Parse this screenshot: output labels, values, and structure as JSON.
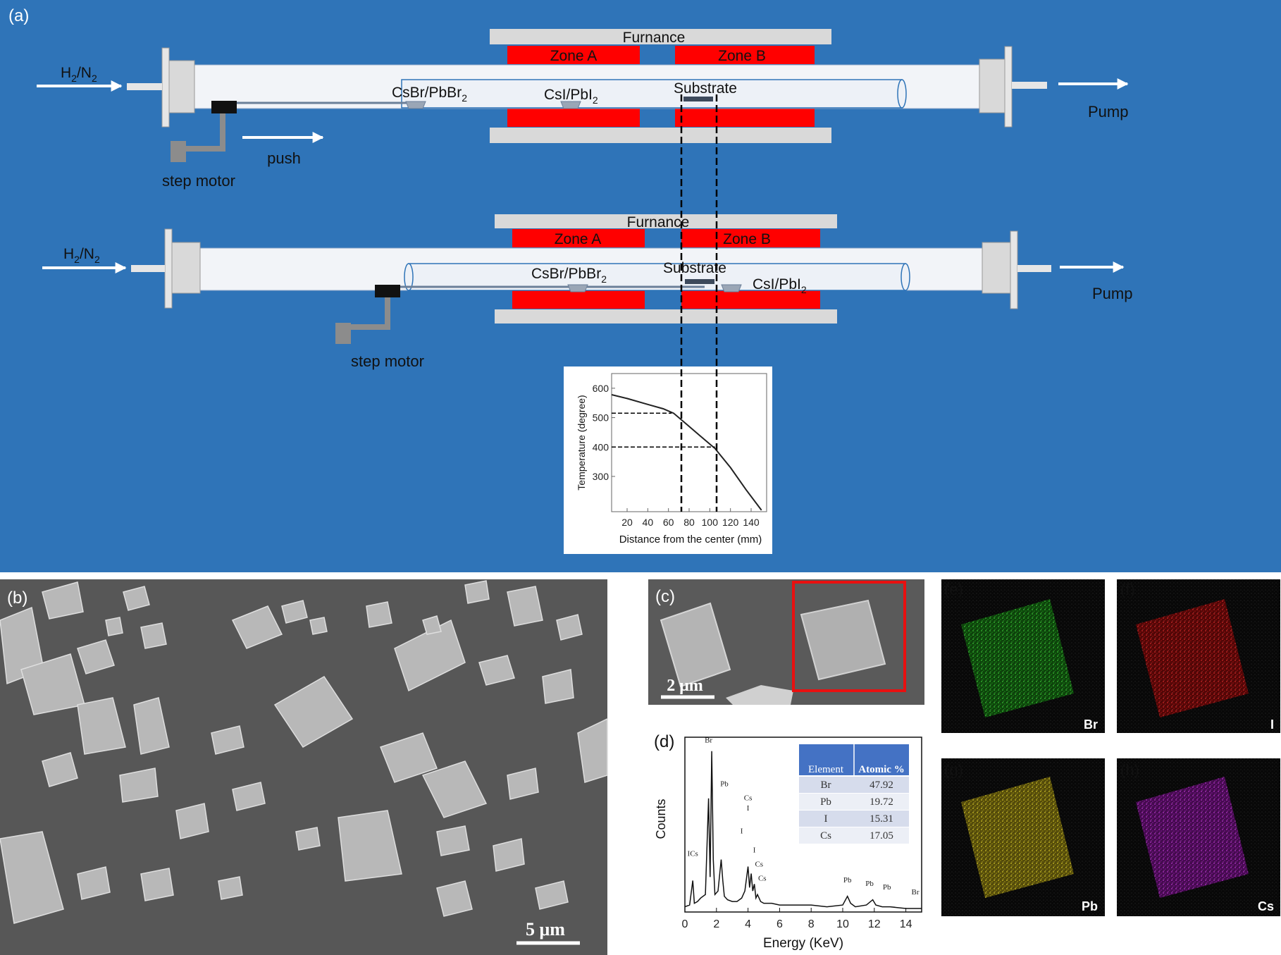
{
  "panels": {
    "a": "(a)",
    "b": "(b)",
    "c": "(c)",
    "d": "(d)",
    "e": "(e)",
    "f": "(f)",
    "g": "(g)",
    "h": "(h)"
  },
  "setup_top": {
    "furnace": "Furnance",
    "zone_a": "Zone A",
    "zone_b": "Zone B",
    "gas": "H",
    "gas_sub1": "2",
    "gas_mid": "/N",
    "gas_sub2": "2",
    "source1": "CsBr/PbBr",
    "source1_sub": "2",
    "source2": "CsI/PbI",
    "source2_sub": "2",
    "substrate": "Substrate",
    "pump": "Pump",
    "push": "push",
    "motor": "step motor"
  },
  "setup_bottom": {
    "furnace": "Furnance",
    "zone_a": "Zone A",
    "zone_b": "Zone B",
    "gas": "H",
    "gas_sub1": "2",
    "gas_mid": "/N",
    "gas_sub2": "2",
    "source1": "CsBr/PbBr",
    "source1_sub": "2",
    "source2": "CsI/PbI",
    "source2_sub": "2",
    "substrate": "Substrate",
    "pump": "Pump",
    "motor": "step motor"
  },
  "scale_bars": {
    "b": "5 μm",
    "c": "2 μm"
  },
  "element_maps": {
    "e": "Br",
    "f": "I",
    "g": "Pb",
    "h": "Cs"
  },
  "colors": {
    "background_blue": "#2f74b8",
    "zone_red": "#ff0000",
    "furnace_gray": "#d9d9d9",
    "tube_fill": "#f2f4f8",
    "sem_gray": "#575757",
    "map_br": "#22c41c",
    "map_i": "#d81414",
    "map_pb": "#d9c81c",
    "map_cs": "#b21ec4",
    "highlight_box": "#e81010",
    "table_header": "#4472c4"
  },
  "eds_table": {
    "headers": [
      "Element",
      "Atomic %"
    ],
    "rows": [
      [
        "Br",
        "47.92"
      ],
      [
        "Pb",
        "19.72"
      ],
      [
        "I",
        "15.31"
      ],
      [
        "Cs",
        "17.05"
      ]
    ]
  },
  "chart_data": [
    {
      "type": "line",
      "xlabel": "Distance from the center (mm)",
      "ylabel": "Temperature (degree)",
      "xlim": [
        5,
        155
      ],
      "ylim": [
        180,
        650
      ],
      "xticks": [
        20,
        40,
        60,
        80,
        100,
        120,
        140
      ],
      "yticks": [
        300,
        400,
        500,
        600
      ],
      "grid": false,
      "series": [
        {
          "x": [
            5,
            20,
            40,
            55,
            65,
            75,
            90,
            105,
            120,
            135,
            150
          ],
          "y": [
            578,
            565,
            545,
            530,
            515,
            485,
            440,
            395,
            330,
            255,
            185
          ]
        }
      ],
      "guides": [
        {
          "x": 63,
          "y": 515
        },
        {
          "x": 105,
          "y": 400
        }
      ]
    },
    {
      "type": "line",
      "xlabel": "Energy (KeV)",
      "ylabel": "Counts",
      "xlim": [
        0,
        15
      ],
      "ylim": [
        0,
        100
      ],
      "xticks": [
        0,
        2,
        4,
        6,
        8,
        10,
        12,
        14
      ],
      "grid": false,
      "series": [
        {
          "x": [
            0,
            0.3,
            0.5,
            0.6,
            0.8,
            1.0,
            1.3,
            1.5,
            1.6,
            1.7,
            1.8,
            1.9,
            2.1,
            2.3,
            2.4,
            2.5,
            2.7,
            3.0,
            3.3,
            3.6,
            3.8,
            4.0,
            4.1,
            4.2,
            4.3,
            4.4,
            4.5,
            4.6,
            4.8,
            5.0,
            5.5,
            6.0,
            7.0,
            8.0,
            9.0,
            10.0,
            10.3,
            10.5,
            10.8,
            11.5,
            11.9,
            12.1,
            12.5,
            13.0,
            14.0,
            15.0
          ],
          "y": [
            3,
            4,
            18,
            5,
            6,
            8,
            10,
            65,
            20,
            92,
            30,
            10,
            12,
            30,
            18,
            9,
            7,
            6,
            6,
            8,
            12,
            26,
            14,
            22,
            12,
            16,
            8,
            10,
            6,
            5,
            5,
            4,
            4,
            4,
            3,
            4,
            9,
            5,
            3,
            4,
            7,
            4,
            3,
            3,
            2,
            2
          ]
        }
      ],
      "peak_labels": [
        {
          "text": "Br",
          "x": 1.5,
          "y": 97
        },
        {
          "text": "Pb",
          "x": 2.5,
          "y": 72
        },
        {
          "text": "Cs",
          "x": 4.0,
          "y": 64
        },
        {
          "text": "I",
          "x": 4.0,
          "y": 58
        },
        {
          "text": "I",
          "x": 3.6,
          "y": 45
        },
        {
          "text": "I",
          "x": 4.4,
          "y": 34
        },
        {
          "text": "ICs",
          "x": 0.5,
          "y": 32
        },
        {
          "text": "Cs",
          "x": 4.7,
          "y": 26
        },
        {
          "text": "Cs",
          "x": 4.9,
          "y": 18
        },
        {
          "text": "Pb",
          "x": 10.3,
          "y": 17
        },
        {
          "text": "Pb",
          "x": 11.7,
          "y": 15
        },
        {
          "text": "Pb",
          "x": 12.8,
          "y": 13
        },
        {
          "text": "Br",
          "x": 14.6,
          "y": 10
        }
      ]
    }
  ]
}
